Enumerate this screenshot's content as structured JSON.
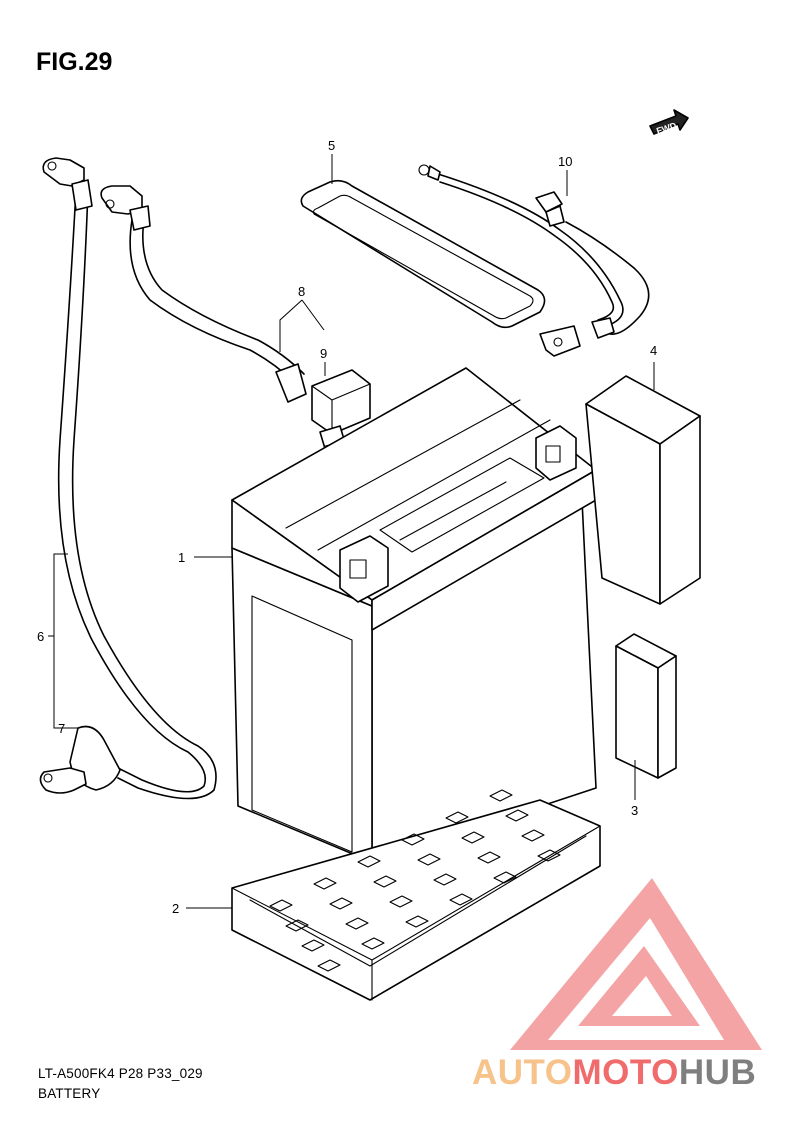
{
  "figure": {
    "title": "FIG.29"
  },
  "fwd_label": "FWD",
  "callouts": [
    {
      "id": "1",
      "label": "1"
    },
    {
      "id": "2",
      "label": "2"
    },
    {
      "id": "3",
      "label": "3"
    },
    {
      "id": "4",
      "label": "4"
    },
    {
      "id": "5",
      "label": "5"
    },
    {
      "id": "6",
      "label": "6"
    },
    {
      "id": "7",
      "label": "7"
    },
    {
      "id": "8",
      "label": "8"
    },
    {
      "id": "9",
      "label": "9"
    },
    {
      "id": "10",
      "label": "10"
    }
  ],
  "footer": {
    "model_code": "LT-A500FK4 P28 P33_029",
    "section_name": "BATTERY"
  },
  "watermark": {
    "part1": "AUTO",
    "part2": "MOTO",
    "part3": "HUB",
    "colors": {
      "part1": "#f7c38a",
      "part2": "#f06b6b",
      "part3": "#7f7f7f",
      "logo": "#f4a0a0"
    }
  }
}
